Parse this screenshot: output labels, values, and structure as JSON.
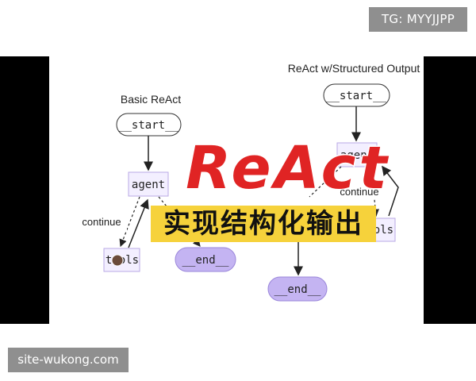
{
  "watermarks": {
    "telegram": "TG: MYYJJPP",
    "site": "site-wukong.com"
  },
  "diagram": {
    "left_caption": "Basic ReAct",
    "right_caption": "ReAct w/Structured Output",
    "left_nodes": {
      "start": "__start__",
      "agent": "agent",
      "tools": "tools",
      "end": "__end__"
    },
    "right_nodes": {
      "start": "__start__",
      "agent": "agent",
      "tools": "tools",
      "end": "__end__"
    },
    "left_edge_label": "continue",
    "right_edge_label": "continue"
  },
  "overlay": {
    "title": "ReAct",
    "subtitle": "实现结构化输出"
  },
  "colors": {
    "node_fill": "#f3efff",
    "node_stroke": "#b9a9e6",
    "end_fill": "#c4b4f2",
    "title_red": "#e02424",
    "banner_yellow": "#f6d23b"
  }
}
